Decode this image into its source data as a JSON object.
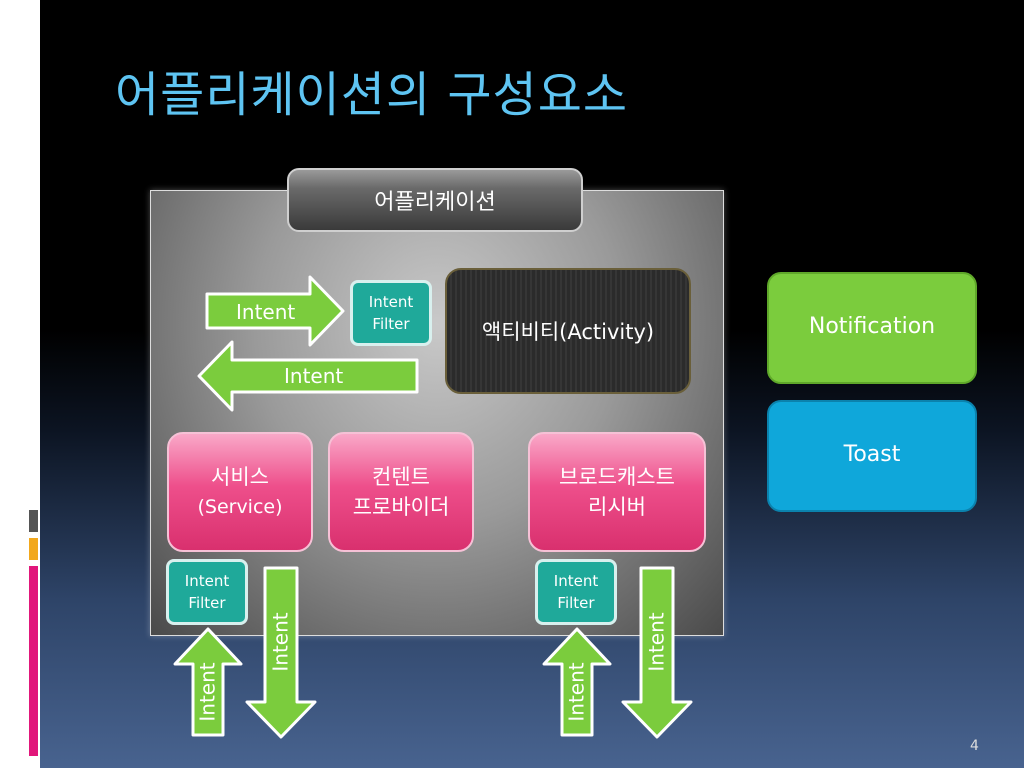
{
  "slide": {
    "title": "어플리케이션의 구성요소",
    "page_number": "4"
  },
  "diagram": {
    "container_label": "어플리케이션",
    "activity_label": "액티비티(Activity)",
    "components": [
      {
        "line1": "서비스",
        "line2": "(Service)"
      },
      {
        "line1": "컨텐트",
        "line2": "프로바이더"
      },
      {
        "line1": "브로드캐스트",
        "line2": "리시버"
      }
    ],
    "intent_filter": {
      "line1": "Intent",
      "line2": "Filter"
    },
    "intent_label": "Intent",
    "notification_label": "Notification",
    "toast_label": "Toast"
  },
  "colors": {
    "title": "#5ec4f2",
    "intent_arrow": "#7bcc3d",
    "intent_filter": "#1fa99a",
    "component": "#ee4f8b",
    "notification": "#7bcc3d",
    "toast": "#0fa7da"
  }
}
